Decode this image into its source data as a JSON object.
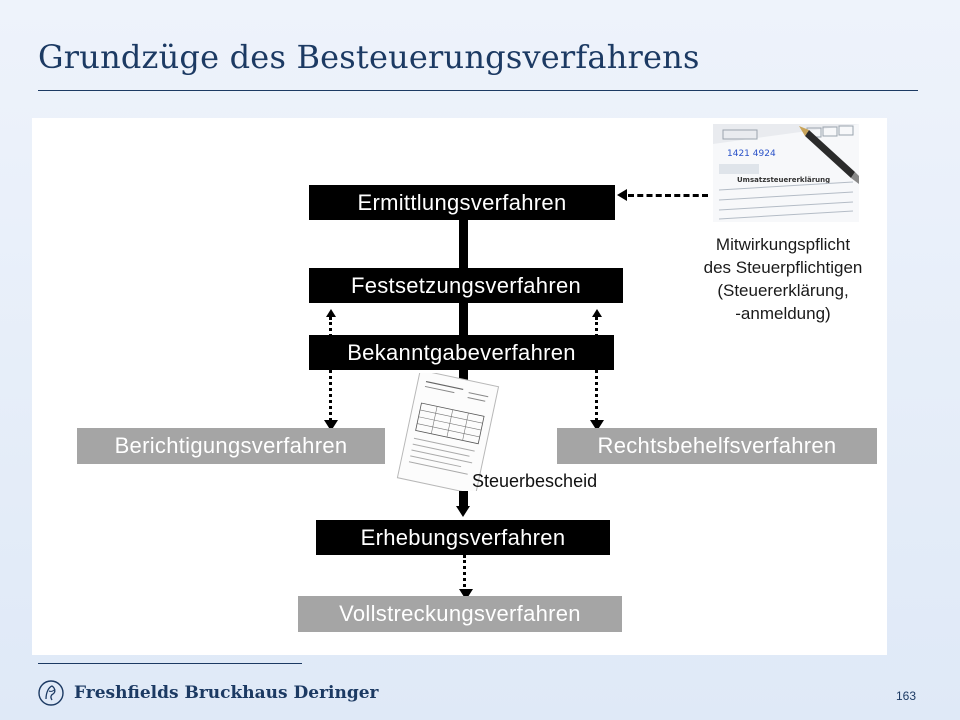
{
  "slide": {
    "title": "Grundzüge des Besteuerungsverfahrens",
    "page_number": "163",
    "firm_name": "Freshfields Bruckhaus Deringer"
  },
  "diagram": {
    "boxes": {
      "ermittlung": "Ermittlungsverfahren",
      "festsetzung": "Festsetzungsverfahren",
      "bekanntgabe": "Bekanntgabeverfahren",
      "berichtigung": "Berichtigungsverfahren",
      "rechtsbehelf": "Rechtsbehelfsverfahren",
      "erhebung": "Erhebungsverfahren",
      "vollstreckung": "Vollstreckungsverfahren"
    },
    "steuerbescheid_label": "Steuerbescheid",
    "mitwirkung_lines": [
      "Mitwirkungspflicht",
      "des Steuerpflichtigen",
      "(Steuererklärung,",
      "-anmeldung)"
    ],
    "colors": {
      "dark_box": "#000000",
      "gray_box": "#a5a5a5",
      "title": "#1c3a63"
    }
  },
  "images": {
    "tax_form_photo": {
      "ocr_text": [
        "Umsatzsteuererklärung",
        "1421 4924"
      ]
    }
  }
}
